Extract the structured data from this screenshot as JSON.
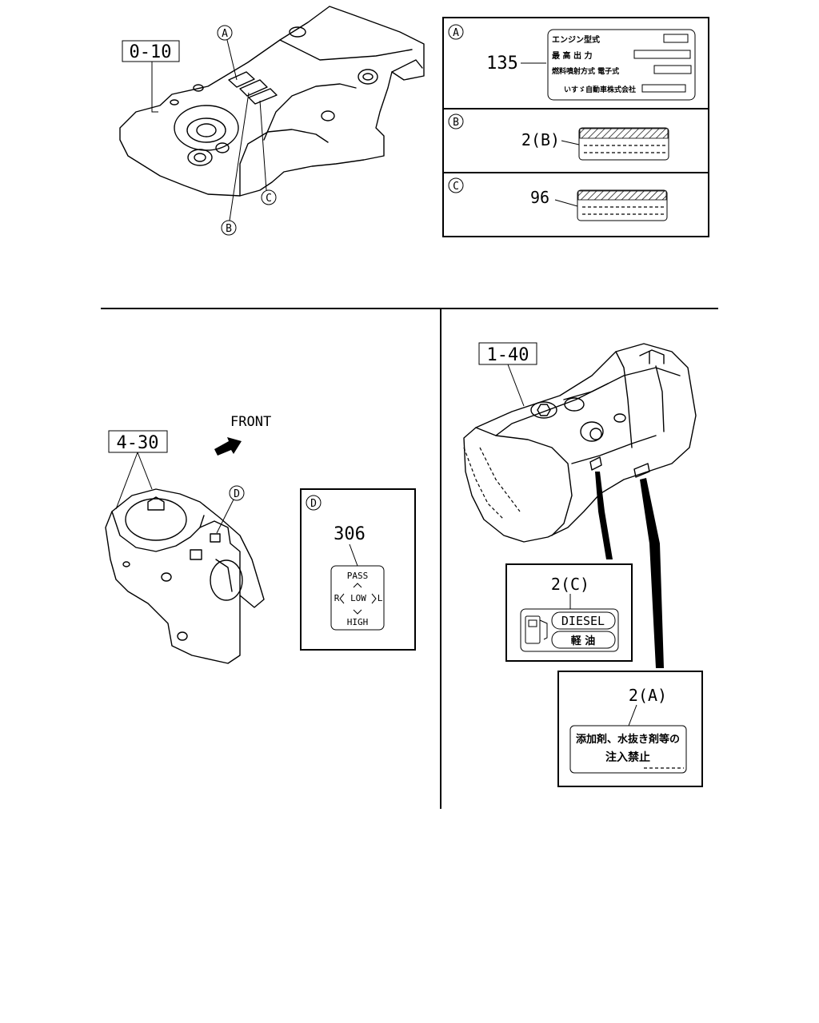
{
  "callouts": {
    "a": "A",
    "b": "B",
    "c": "C",
    "d": "D"
  },
  "part_refs": {
    "engine": "0-10",
    "switch": "4-30",
    "tank": "1-40"
  },
  "front_label": "FRONT",
  "panel_a": {
    "part_no": "135",
    "rows": [
      "エンジン型式",
      "最 高 出 力",
      "燃料噴射方式  電子式",
      "いすゞ自動車株式会社"
    ]
  },
  "panel_b": {
    "part_no": "2(B)"
  },
  "panel_c": {
    "part_no": "96"
  },
  "panel_d": {
    "part_no": "306",
    "pass": "PASS",
    "r": "R",
    "low": "LOW",
    "l": "L",
    "high": "HIGH"
  },
  "label_2c": {
    "part_no": "2(C)",
    "diesel": "DIESEL",
    "keiyu": "軽  油"
  },
  "label_2a": {
    "part_no": "2(A)",
    "line1": "添加剤、水抜き剤等の",
    "line2": "注入禁止"
  }
}
